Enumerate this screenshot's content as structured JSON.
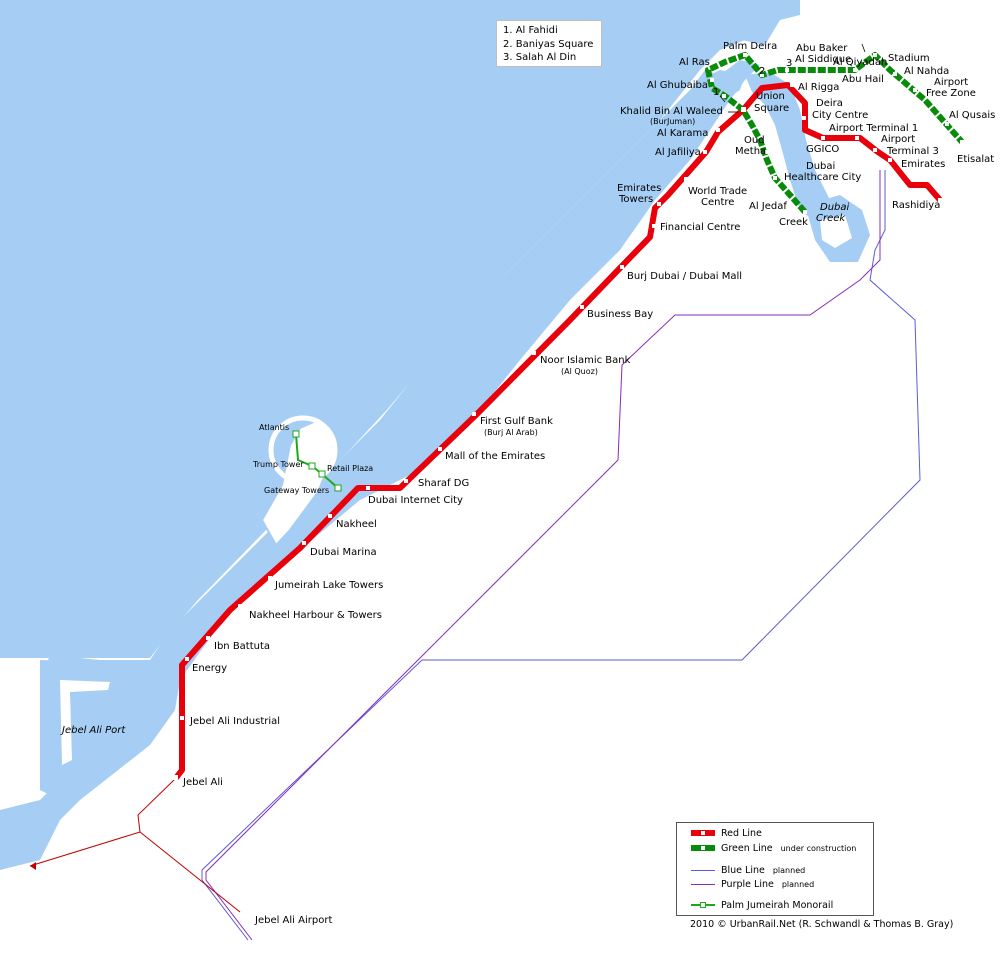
{
  "colors": {
    "sea": "#a6cdf3",
    "red_line": "#e8000b",
    "green_line": "#088b08",
    "blue_line": "#5b5bd6",
    "purple_line": "#8a2cb8",
    "monorail": "#1ea81e",
    "red_dark": "#c00000"
  },
  "labels": {
    "rashidiya": "Rashidiya",
    "emirates": "Emirates",
    "terminal_3_a": "Airport",
    "terminal_3_b": "Terminal 3",
    "terminal_1": "Airport Terminal 1",
    "ggico": "GGICO",
    "deira_cc_a": "Deira",
    "deira_cc_b": "City Centre",
    "al_rigga": "Al Rigga",
    "union_a": "Union",
    "union_b": "Square",
    "khalid": "Khalid Bin Al Waleed",
    "burjuman": "(BurJuman)",
    "al_karama": "Al Karama",
    "al_jafiliya": "Al Jafiliya",
    "emirates_towers_a": "Emirates",
    "emirates_towers_b": "Towers",
    "wtc_a": "World Trade",
    "wtc_b": "Centre",
    "financial": "Financial Centre",
    "burj_dubai": "Burj Dubai / Dubai Mall",
    "business_bay": "Business Bay",
    "noor": "Noor Islamic Bank",
    "al_quoz": "(Al Quoz)",
    "first_gulf": "First Gulf Bank",
    "burj_al_arab": "(Burj Al Arab)",
    "moe": "Mall of the Emirates",
    "sharaf": "Sharaf DG",
    "internet_city": "Dubai Internet City",
    "nakheel": "Nakheel",
    "marina": "Dubai Marina",
    "jlt": "Jumeirah Lake Towers",
    "nakheel_harbour": "Nakheel Harbour & Towers",
    "ibn_battuta": "Ibn Battuta",
    "energy": "Energy",
    "jebel_ali_ind": "Jebel Ali Industrial",
    "jebel_ali": "Jebel Ali",
    "jebel_ali_port": "Jebel Ali Port",
    "jebel_ali_airport": "Jebel Ali Airport",
    "etisalat": "Etisalat",
    "al_qusais": "Al Qusais",
    "airport_fz_a": "Airport",
    "airport_fz_b": "Free Zone",
    "al_nahda": "Al Nahda",
    "stadium": "Stadium",
    "al_qiyadah": "Al Qiyadah",
    "abu_hail": "Abu Hail",
    "abu_baker_a": "Abu Baker",
    "abu_baker_b": "Al Siddique",
    "palm_deira": "Palm Deira",
    "al_ras": "Al Ras",
    "al_ghubaiba": "Al Ghubaiba",
    "oud_metha_a": "Oud",
    "oud_metha_b": "Metha",
    "healthcare_a": "Dubai",
    "healthcare_b": "Healthcare City",
    "al_jedaf": "Al Jedaf",
    "creek": "Creek",
    "dubai_creek_a": "Dubai",
    "dubai_creek_b": "Creek",
    "atlantis": "Atlantis",
    "trump_tower": "Trump Tower",
    "retail_plaza": "Retail Plaza",
    "gateway_towers": "Gateway Towers",
    "num_1": "1",
    "num_2": "2",
    "num_3": "3"
  },
  "callout": {
    "items": [
      "1. Al Fahidi",
      "2. Baniyas Square",
      "3. Salah Al Din"
    ]
  },
  "legend": {
    "red": "Red Line",
    "green": "Green Line",
    "green_note": "under construction",
    "blue": "Blue Line",
    "blue_note": "planned",
    "purple": "Purple Line",
    "purple_note": "planned",
    "monorail": "Palm Jumeirah Monorail"
  },
  "credit": "2010 © UrbanRail.Net (R. Schwandl  & Thomas B. Gray)"
}
